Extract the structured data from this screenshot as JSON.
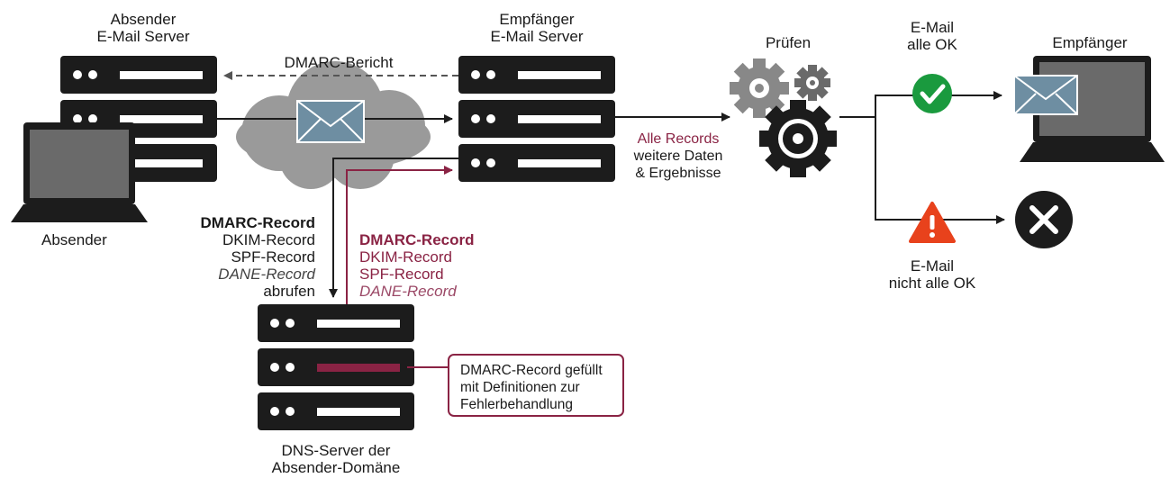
{
  "sender_server": {
    "title_line1": "Absender",
    "title_line2": "E-Mail Server"
  },
  "recipient_server": {
    "title_line1": "Empfänger",
    "title_line2": "E-Mail Server"
  },
  "check": {
    "title": "Prüfen"
  },
  "result_ok": {
    "line1": "E-Mail",
    "line2": "alle OK"
  },
  "result_fail": {
    "line1": "E-Mail",
    "line2": "nicht alle OK"
  },
  "recipient": {
    "title": "Empfänger"
  },
  "sender": {
    "title": "Absender"
  },
  "dmarc_report": {
    "label": "DMARC-Bericht"
  },
  "records_request": {
    "line1": "DMARC-Record",
    "line2": "DKIM-Record",
    "line3": "SPF-Record",
    "line4": "DANE-Record",
    "line5": "abrufen"
  },
  "records_response": {
    "line1": "DMARC-Record",
    "line2": "DKIM-Record",
    "line3": "SPF-Record",
    "line4": "DANE-Record"
  },
  "forward_info": {
    "line1": "Alle Records",
    "line2": "weitere Daten",
    "line3": "& Ergebnisse"
  },
  "dns_server": {
    "title_line1": "DNS-Server der",
    "title_line2": "Absender-Domäne"
  },
  "dmarc_note": {
    "line1": "DMARC-Record gefüllt",
    "line2": "mit Definitionen zur",
    "line3": "Fehlerbehandlung"
  },
  "colors": {
    "server": "#1c1c1c",
    "accent": "#8a2344",
    "ok": "#1a9a3e",
    "warning": "#e8421c",
    "cloud": "#9a9a9a",
    "envelope": "#6e8ea2"
  }
}
